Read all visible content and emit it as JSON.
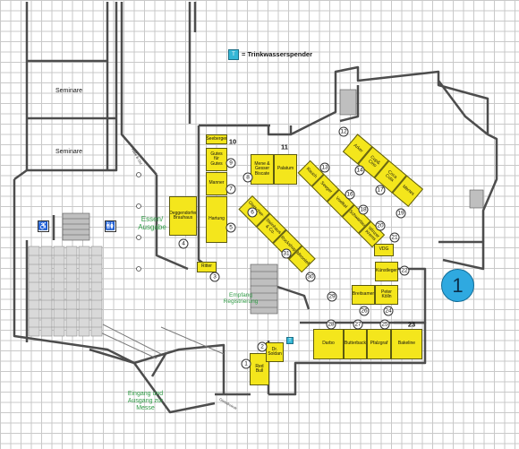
{
  "legend": {
    "icon_label": "T",
    "text": "= Trinkwasserspender",
    "icon_color": "#35b7d6"
  },
  "hall_number": "1",
  "rooms": [
    "Seminare",
    "Seminare"
  ],
  "areas": {
    "food": "Essen/ Ausgabe",
    "reception": "Empfang Registrierung",
    "entrance": "Eingang und Ausgang zur Messe"
  },
  "corridor_labels": [
    "Gleisdreieck",
    "Halle B Ost"
  ],
  "accessibility": {
    "wheelchair": "♿",
    "toilets": "🚻"
  },
  "booths": [
    {
      "id": "seeberger",
      "label": "Seeberger",
      "number": "10"
    },
    {
      "id": "gutes",
      "label": "Gutes für Gutes",
      "number": "9"
    },
    {
      "id": "manner",
      "label": "Manner",
      "number": "7"
    },
    {
      "id": "hartung",
      "label": "Hartung",
      "number": "5"
    },
    {
      "id": "deggendorfer",
      "label": "Deggendorfer Brauhaus",
      "number": "4"
    },
    {
      "id": "ritter",
      "label": "Ritter",
      "number": "3"
    },
    {
      "id": "redbull",
      "label": "Red Bull",
      "number": "1"
    },
    {
      "id": "drsoldan",
      "label": "Dr. Soldan",
      "number": "2"
    },
    {
      "id": "mene",
      "label": "Mene & Gesser Biscate",
      "number": "8"
    },
    {
      "id": "palatum",
      "label": "Palatum",
      "number": "11"
    },
    {
      "id": "gletscher",
      "label": "Gletscher-beck",
      "number": "6"
    },
    {
      "id": "steinhaus",
      "label": "Steinhaus & Co.",
      "number": "31"
    },
    {
      "id": "rockshop",
      "label": "Rockshop",
      "number": "30"
    },
    {
      "id": "mirontell",
      "label": "Mirontell",
      "number": "29"
    },
    {
      "id": "rauch",
      "label": "Rauch",
      "number": "13"
    },
    {
      "id": "seeger",
      "label": "Seeger",
      "number": "16"
    },
    {
      "id": "voelkel",
      "label": "Voelkel",
      "number": "18"
    },
    {
      "id": "schwartau",
      "label": "Schwartau",
      "number": "20"
    },
    {
      "id": "winzer",
      "label": "Winzer Krems",
      "number": "21"
    },
    {
      "id": "vdg",
      "label": "VDG",
      "number": "21"
    },
    {
      "id": "arker",
      "label": "Arker",
      "number": "12"
    },
    {
      "id": "cupandcino",
      "label": "Cup& Cino",
      "number": "14"
    },
    {
      "id": "cocacola",
      "label": "Coca Cola",
      "number": "17"
    },
    {
      "id": "mertes",
      "label": "Mertes",
      "number": "19"
    },
    {
      "id": "kunstleger",
      "label": "Künstleger",
      "number": "22"
    },
    {
      "id": "breitsamer",
      "label": "Breitsamer",
      "number": "26"
    },
    {
      "id": "peterkoelln",
      "label": "Peter Kölln",
      "number": "24"
    },
    {
      "id": "darbo",
      "label": "Darbo",
      "number": "28"
    },
    {
      "id": "butterback",
      "label": "Butterback",
      "number": "27"
    },
    {
      "id": "pfalzgraf",
      "label": "Pfalzgraf",
      "number": "25"
    },
    {
      "id": "bakeline",
      "label": "Bakeline",
      "number": "23"
    }
  ],
  "booth_color": "#f4e61c",
  "hall_badge_color": "#2fa9e0"
}
